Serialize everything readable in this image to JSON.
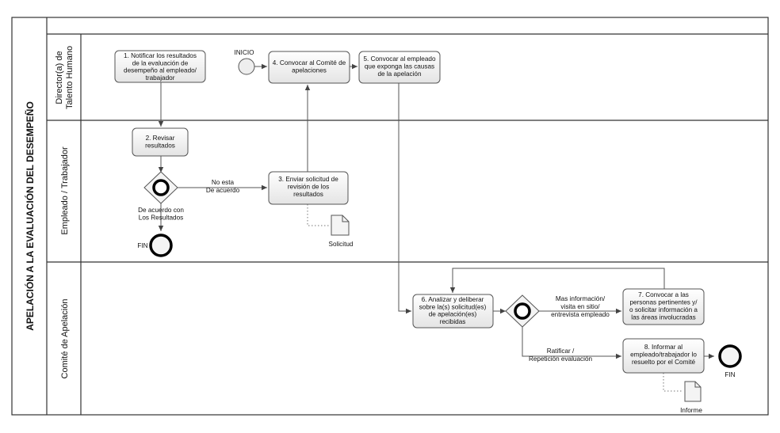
{
  "pool": {
    "title": "APELACIÓN A LA EVALUACIÓN DEL DESEMPEÑO"
  },
  "lanes": [
    {
      "id": "director",
      "title": [
        "Director(a) de",
        "Talento Humano"
      ]
    },
    {
      "id": "empleado",
      "title": [
        "Empleado / Trabajador"
      ]
    },
    {
      "id": "comite",
      "title": [
        "Comité de Apelación"
      ]
    }
  ],
  "tasks": [
    {
      "id": "t1",
      "lines": [
        "1. Notificar los resultados",
        "de la evaluación de",
        "desempeño al empleado/",
        "trabajador"
      ]
    },
    {
      "id": "t2",
      "lines": [
        "2. Revisar",
        "resultados"
      ]
    },
    {
      "id": "t3",
      "lines": [
        "3. Enviar solicitud de",
        "revisión de los",
        "resultados"
      ]
    },
    {
      "id": "t4",
      "lines": [
        "4. Convocar al Comité de",
        "apelaciones"
      ]
    },
    {
      "id": "t5",
      "lines": [
        "5. Convocar al empleado",
        "que exponga las causas",
        "de la apelación"
      ]
    },
    {
      "id": "t6",
      "lines": [
        "6. Analizar y deliberar",
        "sobre la(s) solicitud(es)",
        "de apelación(es)",
        "recibidas"
      ]
    },
    {
      "id": "t7",
      "lines": [
        "7. Convocar a las",
        "personas pertinentes y/",
        "o solicitar información a",
        "las áreas involucradas"
      ]
    },
    {
      "id": "t8",
      "lines": [
        "8. Informar al",
        "empleado/trabajador lo",
        "resuelto por el Comité"
      ]
    }
  ],
  "events": {
    "start": "INICIO",
    "end1": "FIN",
    "end2": "FIN"
  },
  "gateways": {
    "g1_label": [
      "De acuerdo con",
      "Los Resultados"
    ],
    "g1_no": [
      "No esta",
      "De acuerdo"
    ],
    "g2_more": [
      "Mas información/",
      "visita en sitio/",
      "entrevista empleado"
    ],
    "g2_ratify": [
      "Ratificar /",
      "Repetición evaluación"
    ]
  },
  "documents": {
    "doc1": "Solicitud",
    "doc2": "Informe"
  }
}
